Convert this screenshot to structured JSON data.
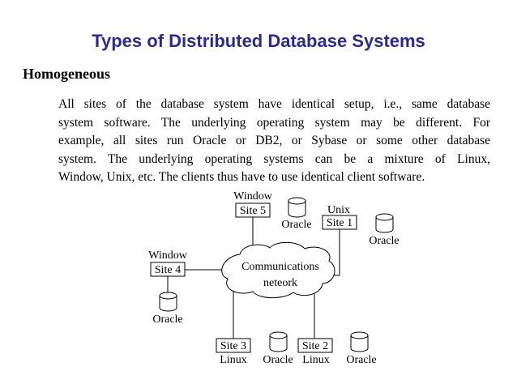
{
  "slide": {
    "title": "Types of Distributed Database Systems",
    "subtitle": "Homogeneous",
    "paragraph_lines": [
      "All sites of the database system have identical setup, i.e., same database",
      "system software.  The underlying operating system may be different.  For",
      "example, all sites run Oracle or DB2, or Sybase or some other database",
      "system.  The underlying operating systems can be a mixture of Linux,",
      "Window, Unix, etc.  The clients thus have to use identical client software."
    ]
  },
  "diagram": {
    "network_label_line1": "Communications",
    "network_label_line2": "neteork",
    "sites": {
      "site5": {
        "name": "Site 5",
        "os": "Window",
        "db": "Oracle"
      },
      "site1": {
        "name": "Site 1",
        "os": "Unix",
        "db": "Oracle"
      },
      "site4": {
        "name": "Site 4",
        "os": "Window",
        "db": "Oracle"
      },
      "site3": {
        "name": "Site 3",
        "os": "Linux",
        "db": "Oracle"
      },
      "site2": {
        "name": "Site 2",
        "os": "Linux",
        "db": "Oracle"
      }
    }
  }
}
